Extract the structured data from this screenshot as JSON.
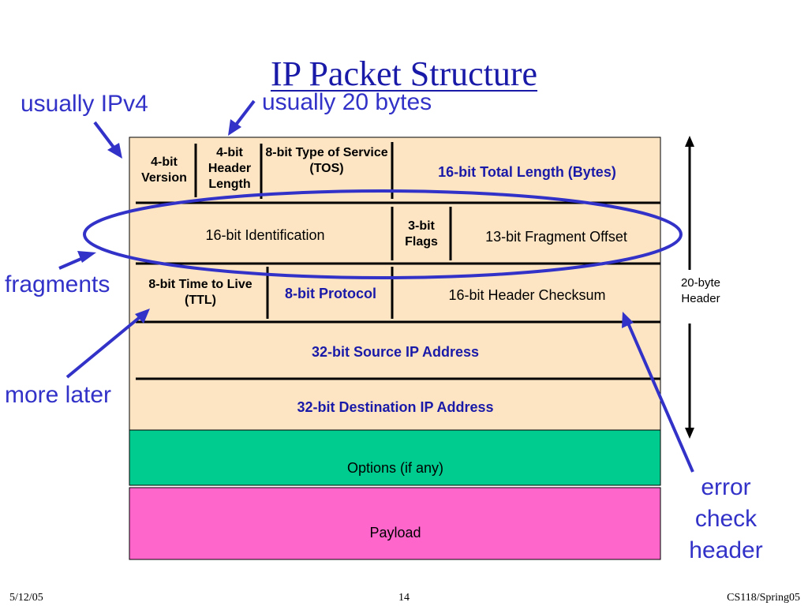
{
  "title": "IP Packet Structure",
  "annotations": {
    "ipv4": "usually IPv4",
    "bytes20": "usually 20 bytes",
    "fragments": "fragments",
    "more_later": "more later",
    "error_check": "error check header",
    "header_size": "20-byte Header"
  },
  "rows": {
    "row1": {
      "version": "4-bit Version",
      "header_length": "4-bit Header Length",
      "tos": "8-bit Type of Service (TOS)",
      "total_length": "16-bit Total Length (Bytes)"
    },
    "row2": {
      "identification": "16-bit Identification",
      "flags": "3-bit Flags",
      "fragment_offset": "13-bit Fragment Offset"
    },
    "row3": {
      "ttl": "8-bit Time to Live (TTL)",
      "protocol": "8-bit Protocol",
      "checksum": "16-bit Header Checksum"
    },
    "row4": {
      "source": "32-bit Source IP Address"
    },
    "row5": {
      "destination": "32-bit Destination IP Address"
    },
    "row6": {
      "options": "Options (if any)"
    },
    "row7": {
      "payload": "Payload"
    }
  },
  "colors": {
    "header_fill": "#fde5c4",
    "options_fill": "#00cc90",
    "payload_fill": "#ff66cc",
    "accent": "#3232c8",
    "title": "#1a1aa8"
  },
  "footer": {
    "date": "5/12/05",
    "page": "14",
    "course": "CS118/Spring05"
  }
}
